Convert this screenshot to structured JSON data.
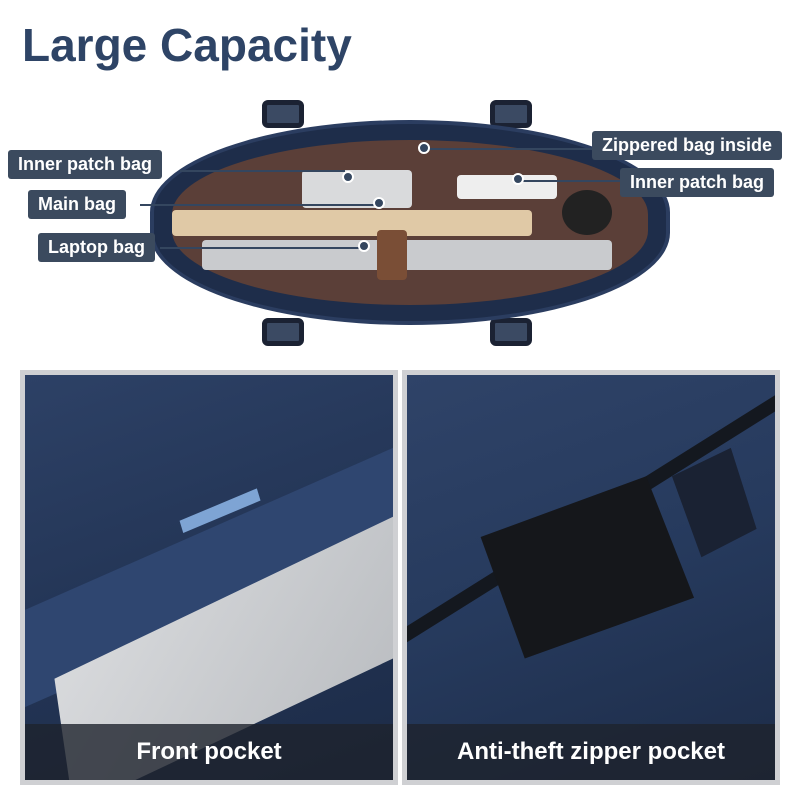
{
  "title": "Large Capacity",
  "labels": {
    "inner_patch_left": "Inner patch bag",
    "main_bag": "Main bag",
    "laptop_bag": "Laptop bag",
    "zippered_inside": "Zippered bag inside",
    "inner_patch_right": "Inner patch bag"
  },
  "panels": [
    {
      "caption": "Front pocket"
    },
    {
      "caption": "Anti-theft zipper pocket"
    }
  ]
}
